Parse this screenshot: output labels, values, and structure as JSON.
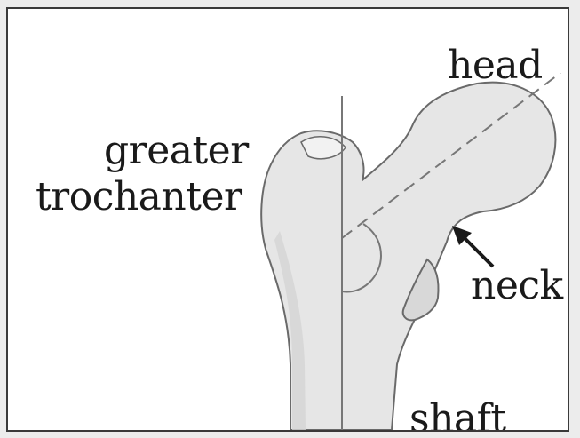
{
  "labels": {
    "head": "head",
    "greater": "greater",
    "trochanter": "trochanter",
    "neck": "neck",
    "shaft": "shaft"
  },
  "colors": {
    "bone_fill": "#e6e6e6",
    "bone_shadow": "#d2d2d2",
    "outline": "#6a6a6a",
    "line": "#777777",
    "arrow": "#1a1a1a"
  }
}
